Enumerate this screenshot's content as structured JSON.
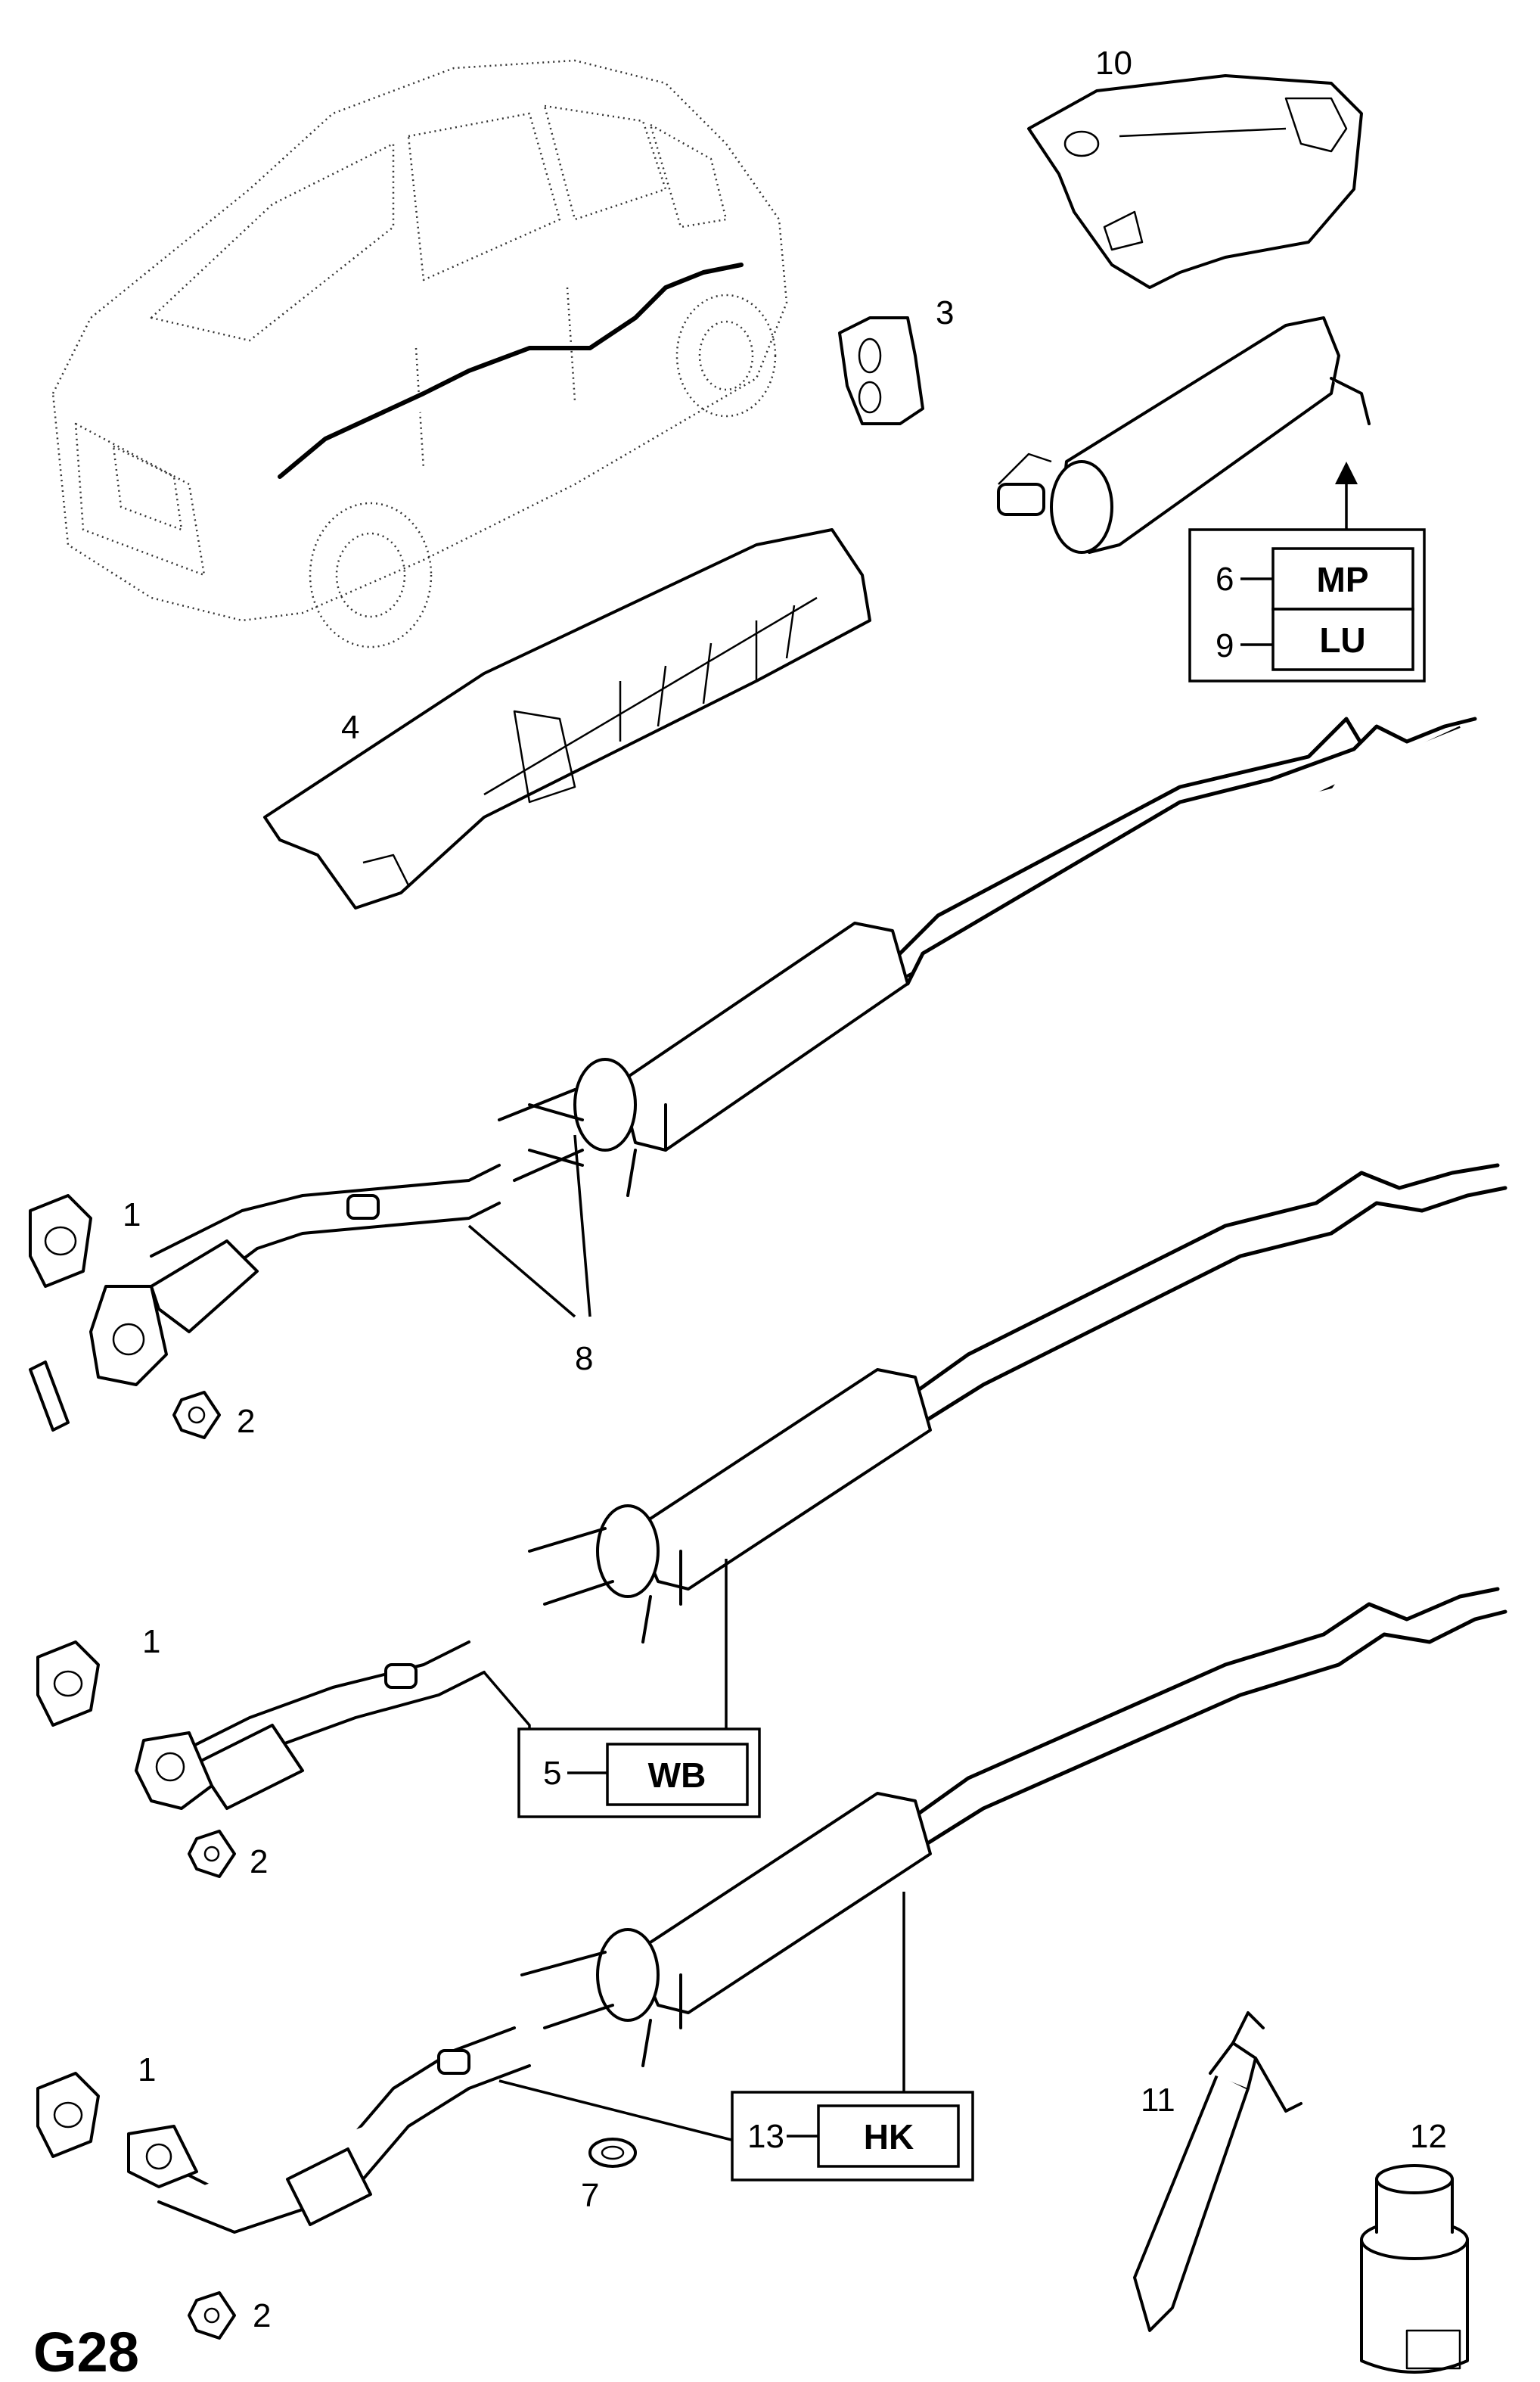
{
  "diagram_code": "G28",
  "callouts": {
    "c1a": "1",
    "c1b": "1",
    "c1c": "1",
    "c2a": "2",
    "c2b": "2",
    "c2c": "2",
    "c3": "3",
    "c4": "4",
    "c7": "7",
    "c8": "8",
    "c10": "10",
    "c11": "11",
    "c12": "12"
  },
  "legend_boxes": {
    "b6": {
      "number": "6",
      "code": "MP"
    },
    "b9": {
      "number": "9",
      "code": "LU"
    },
    "b5": {
      "number": "5",
      "code": "WB"
    },
    "b13": {
      "number": "13",
      "code": "HK"
    }
  }
}
